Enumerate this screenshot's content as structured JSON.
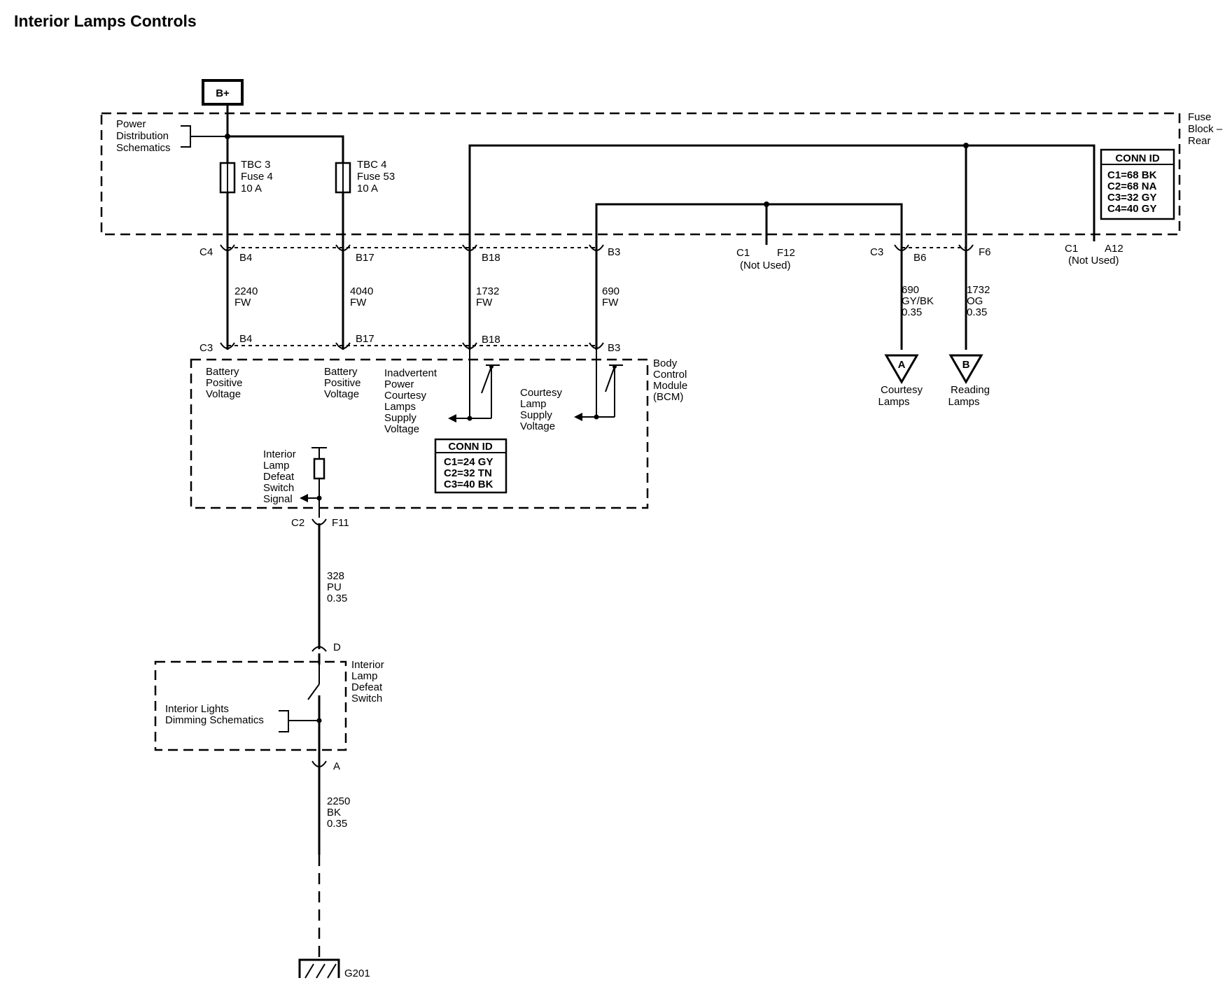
{
  "title": "Interior Lamps Controls",
  "battery": "B+",
  "power_distribution": [
    "Power",
    "Distribution",
    "Schematics"
  ],
  "fuse_block": {
    "lines": [
      "Fuse",
      "Block –",
      "Rear"
    ]
  },
  "conn_id_fuse_block": {
    "header": "CONN ID",
    "rows": [
      "C1=68 BK",
      "C2=68 NA",
      "C3=32 GY",
      "C4=40 GY"
    ]
  },
  "conn_id_bcm": {
    "header": "CONN ID",
    "rows": [
      "C1=24 GY",
      "C2=32 TN",
      "C3=40 BK"
    ]
  },
  "fuses": [
    {
      "lines": [
        "TBC 3",
        "Fuse 4",
        "10 A"
      ]
    },
    {
      "lines": [
        "TBC 4",
        "Fuse 53",
        "10 A"
      ]
    }
  ],
  "fuse_block_pins": {
    "c4": "C4",
    "b4": "B4",
    "b17": "B17",
    "b18": "B18",
    "b3": "B3",
    "c1": "C1",
    "f12": "F12",
    "not_used_1": "(Not Used)",
    "c3": "C3",
    "b6": "B6",
    "f6": "F6",
    "c1b": "C1",
    "a12": "A12",
    "not_used_2": "(Not Used)"
  },
  "wires": {
    "w2240": [
      "2240",
      "FW"
    ],
    "w4040": [
      "4040",
      "FW"
    ],
    "w1732": [
      "1732",
      "FW"
    ],
    "w690": [
      "690",
      "FW"
    ],
    "w690b": [
      "690",
      "GY/BK",
      "0.35"
    ],
    "w1732b": [
      "1732",
      "OG",
      "0.35"
    ],
    "w328": [
      "328",
      "PU",
      "0.35"
    ],
    "w2250": [
      "2250",
      "BK",
      "0.35"
    ]
  },
  "bcm_pins": {
    "c3": "C3",
    "b4": "B4",
    "b17": "B17",
    "b18": "B18",
    "b3": "B3",
    "c2": "C2",
    "f11": "F11"
  },
  "bcm": {
    "label": [
      "Body",
      "Control",
      "Module",
      "(BCM)"
    ],
    "bat1": [
      "Battery",
      "Positive",
      "Voltage"
    ],
    "bat2": [
      "Battery",
      "Positive",
      "Voltage"
    ],
    "inadvertent": [
      "Inadvertent",
      "Power",
      "Courtesy",
      "Lamps",
      "Supply",
      "Voltage"
    ],
    "courtesy_supply": [
      "Courtesy",
      "Lamp",
      "Supply",
      "Voltage"
    ],
    "defeat_signal": [
      "Interior",
      "Lamp",
      "Defeat",
      "Switch",
      "Signal"
    ]
  },
  "refs": [
    {
      "letter": "A",
      "label": [
        "Courtesy",
        "Lamps"
      ]
    },
    {
      "letter": "B",
      "label": [
        "Reading",
        "Lamps"
      ]
    }
  ],
  "switch": {
    "pin_d": "D",
    "pin_a": "A",
    "label": [
      "Interior",
      "Lamp",
      "Defeat",
      "Switch"
    ],
    "dimming": [
      "Interior Lights",
      "Dimming Schematics"
    ]
  },
  "ground": "G201"
}
